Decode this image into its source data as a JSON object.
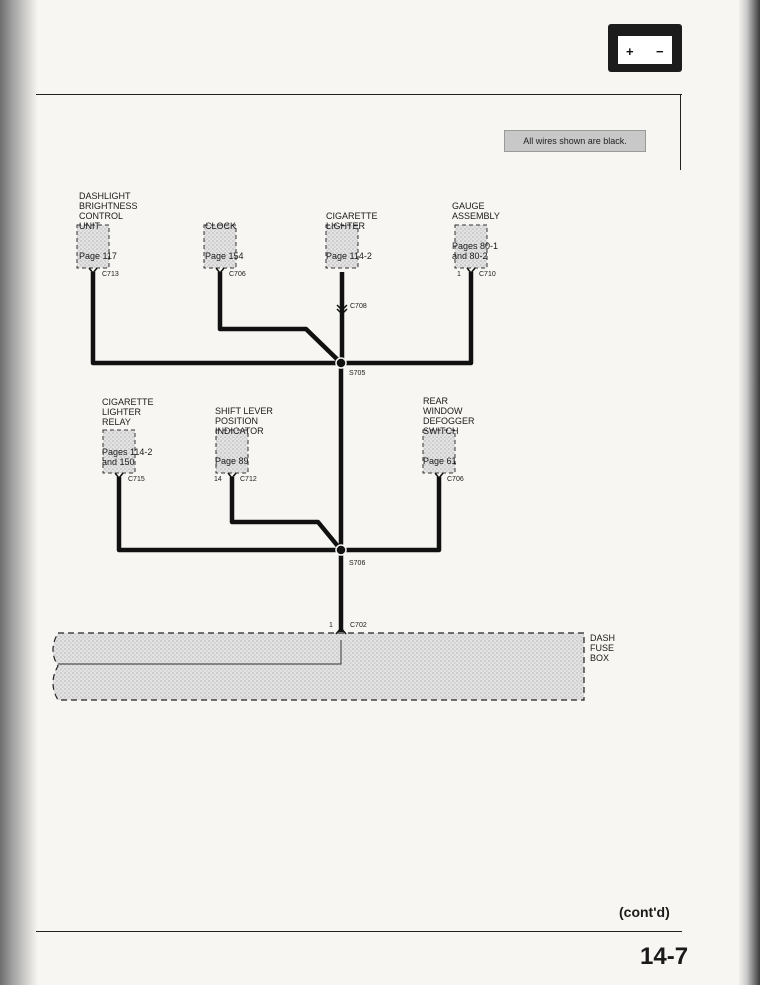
{
  "note": "All wires shown are black.",
  "battery": {
    "plus": "+",
    "minus": "−"
  },
  "components": {
    "dashlight": {
      "name": "DASHLIGHT\nBRIGHTNESS\nCONTROL\nUNIT",
      "page": "Page 117"
    },
    "clock": {
      "name": "CLOCK",
      "page": "Page 154"
    },
    "cigarette_lighter": {
      "name": "CIGARETTE\nLIGHTER",
      "page": "Page 114-2"
    },
    "gauge": {
      "name": "GAUGE\nASSEMBLY",
      "page": "Pages 80-1\nand 80-2"
    },
    "cig_relay": {
      "name": "CIGARETTE\nLIGHTER\nRELAY",
      "page": "Pages 114-2\nand 150"
    },
    "shift": {
      "name": "SHIFT LEVER\nPOSITION\nINDICATOR",
      "page": "Page 89"
    },
    "defogger": {
      "name": "REAR\nWINDOW\nDEFOGGER\nSWITCH",
      "page": "Page 61"
    },
    "fuse_box": {
      "name": "DASH\nFUSE\nBOX"
    }
  },
  "connectors": {
    "c713": "C713",
    "c706a": "C706",
    "c708": "C708",
    "c710_pin": "1",
    "c710": "C710",
    "c715": "C715",
    "c712_pin": "14",
    "c712": "C712",
    "c706b": "C706",
    "c702_pin": "1",
    "c702": "C702"
  },
  "splices": {
    "s705": "S705",
    "s706": "S706"
  },
  "footer": {
    "contd": "(cont'd)",
    "page_number": "14-7"
  }
}
